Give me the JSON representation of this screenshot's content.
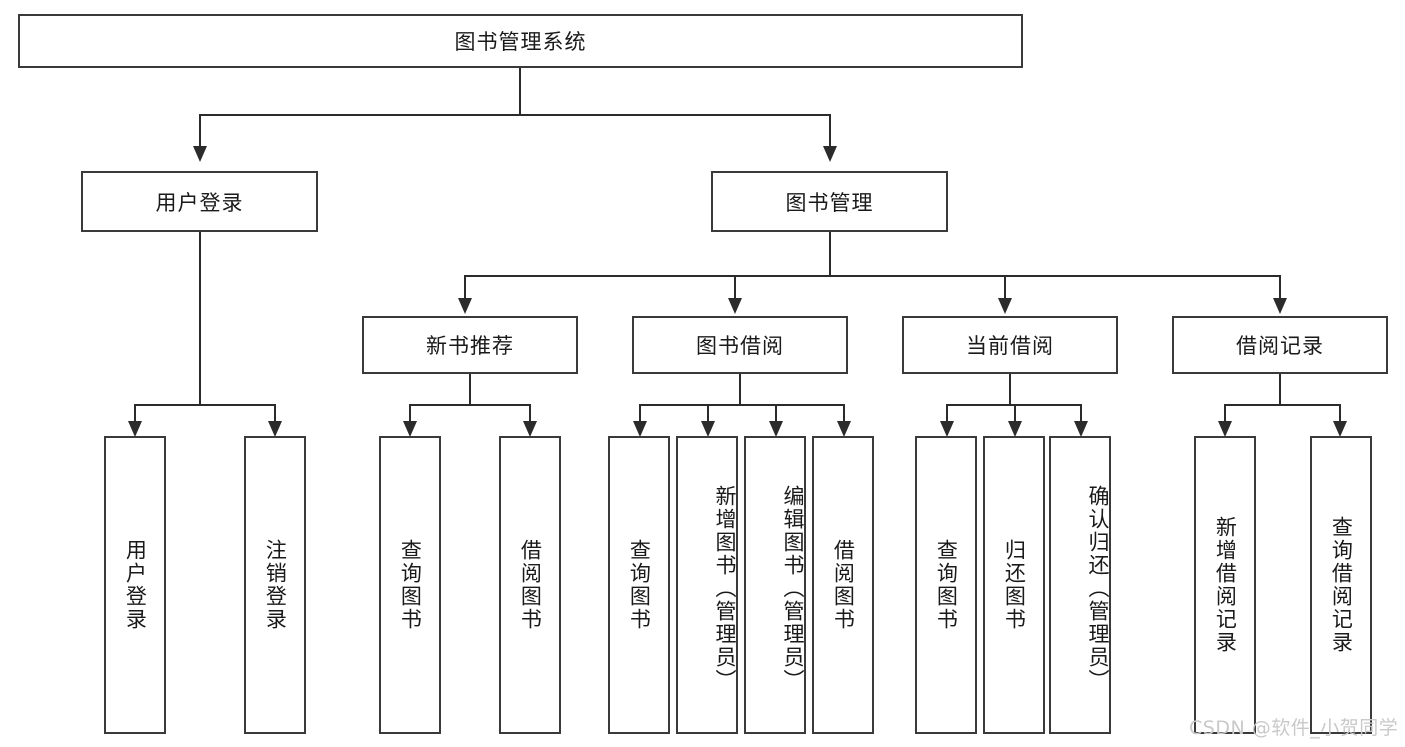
{
  "diagram": {
    "title": "图书管理系统",
    "type": "tree-hierarchy-chart",
    "root": {
      "label": "图书管理系统"
    },
    "level2": [
      {
        "label": "用户登录"
      },
      {
        "label": "图书管理"
      }
    ],
    "level3": [
      {
        "label": "新书推荐"
      },
      {
        "label": "图书借阅"
      },
      {
        "label": "当前借阅"
      },
      {
        "label": "借阅记录"
      }
    ],
    "leaves": {
      "user_login": [
        {
          "label": "用户登录"
        },
        {
          "label": "注销登录"
        }
      ],
      "new_book_recommend": [
        {
          "label": "查询图书"
        },
        {
          "label": "借阅图书"
        }
      ],
      "book_borrow": [
        {
          "label": "查询图书"
        },
        {
          "label": "新增图书（管理员）"
        },
        {
          "label": "编辑图书（管理员）"
        },
        {
          "label": "借阅图书"
        }
      ],
      "current_borrow": [
        {
          "label": "查询图书"
        },
        {
          "label": "归还图书"
        },
        {
          "label": "确认归还（管理员）"
        }
      ],
      "borrow_record": [
        {
          "label": "新增借阅记录"
        },
        {
          "label": "查询借阅记录"
        }
      ]
    }
  },
  "watermark": {
    "text": "CSDN @软件_小贺同学"
  },
  "colors": {
    "box_border": "#3a3a3a",
    "connector": "#2b2b2b",
    "background": "#ffffff",
    "text": "#1a1a1a",
    "watermark": "#c9c9c9"
  }
}
